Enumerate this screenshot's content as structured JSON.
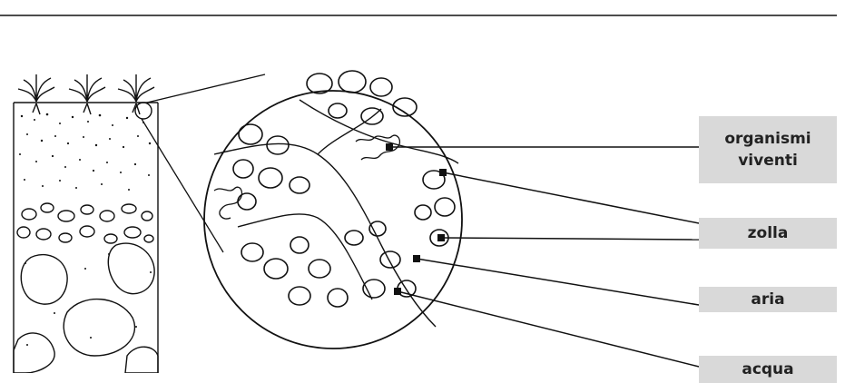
{
  "labels": {
    "organismi_line1": "organismi",
    "organismi_line2": "viventi",
    "zolla": "zolla",
    "aria": "aria",
    "acqua": "acqua"
  },
  "colors": {
    "label_background": "#d9d9d9",
    "ink": "#111111"
  }
}
